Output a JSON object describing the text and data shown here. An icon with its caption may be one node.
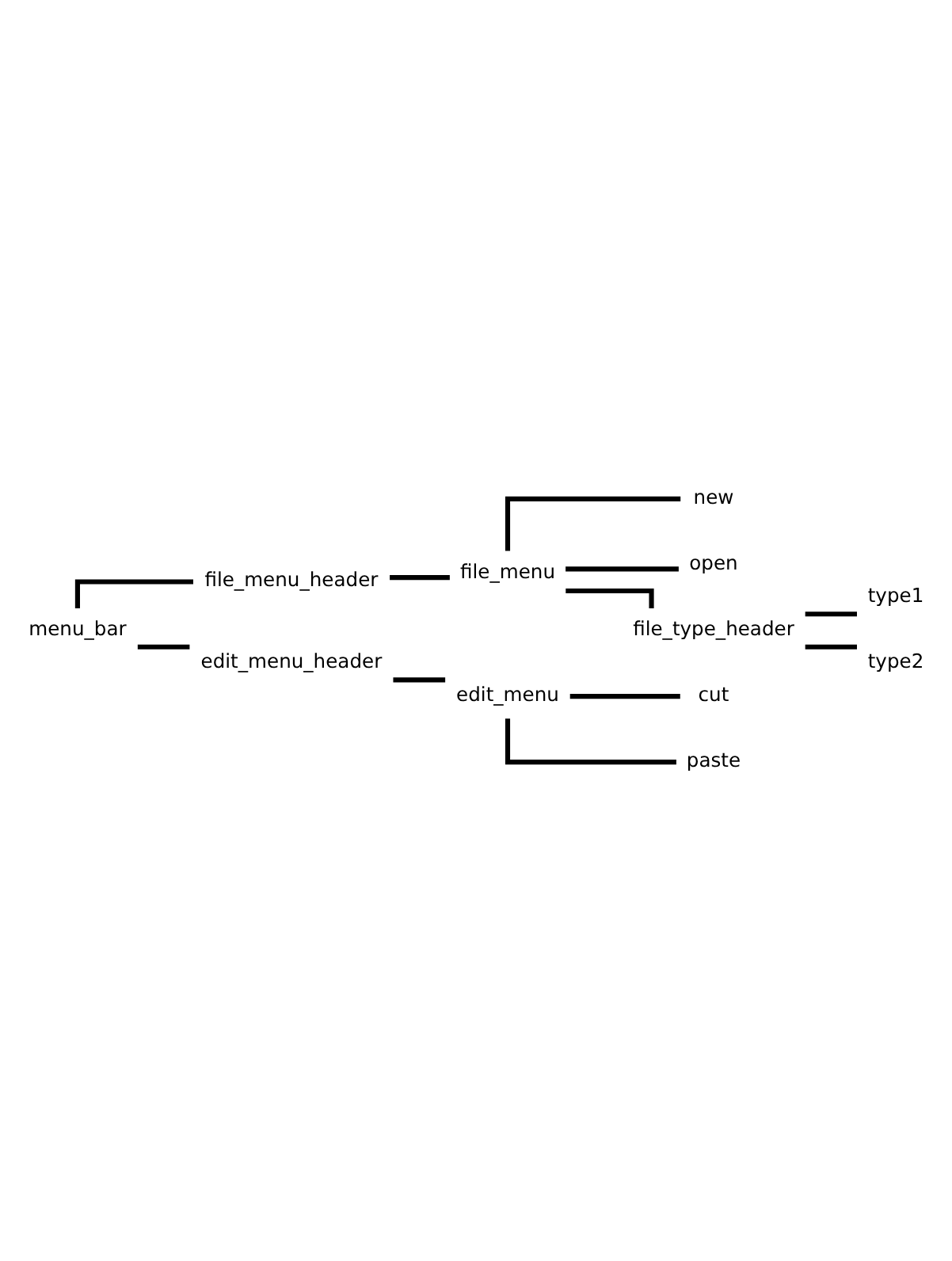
{
  "diagram": {
    "nodes": [
      {
        "text": [
          "menu_bar"
        ]
      },
      {
        "text": [
          "file_menu_header"
        ]
      },
      {
        "text": [
          "file_menu"
        ]
      },
      {
        "text": [
          "new"
        ]
      },
      {
        "text": [
          "open"
        ]
      },
      {
        "text": [
          "file_type_header"
        ]
      },
      {
        "text": [
          "type1"
        ]
      },
      {
        "text": [
          "type2"
        ]
      },
      {
        "text": [
          "edit_menu_header"
        ]
      },
      {
        "text": [
          "edit_menu"
        ]
      },
      {
        "text": [
          "cut"
        ]
      },
      {
        "text": [
          "paste"
        ]
      }
    ],
    "edges": [
      {
        "from": 0,
        "to": 1,
        "arrow": "none"
      },
      {
        "from": 1,
        "to": 2,
        "arrow": "none"
      },
      {
        "from": 2,
        "to": 3,
        "arrow": "none"
      },
      {
        "from": 2,
        "to": 4,
        "arrow": "none"
      },
      {
        "from": 2,
        "to": 5,
        "arrow": "none"
      },
      {
        "from": 5,
        "to": 6,
        "arrow": "none"
      },
      {
        "from": 5,
        "to": 7,
        "arrow": "none"
      },
      {
        "from": 0,
        "to": 8,
        "arrow": "none"
      },
      {
        "from": 8,
        "to": 9,
        "arrow": "none"
      },
      {
        "from": 9,
        "to": 10,
        "arrow": "none"
      },
      {
        "from": 9,
        "to": 11,
        "arrow": "none"
      }
    ]
  }
}
